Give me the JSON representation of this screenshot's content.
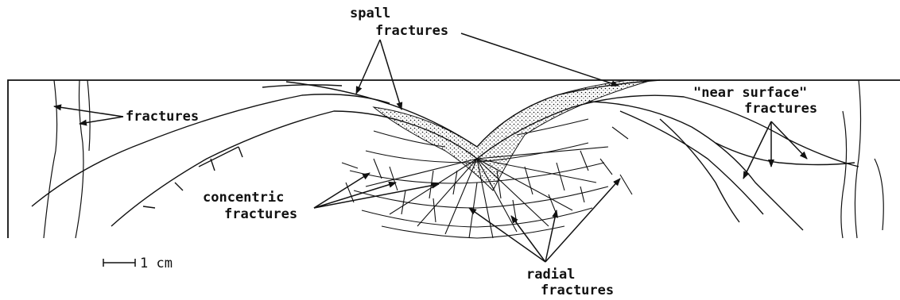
{
  "labels": {
    "spall_1": "spall",
    "spall_2": "fractures",
    "fractures_left": "fractures",
    "near_surface_1": "\"near surface\"",
    "near_surface_2": "fractures",
    "concentric_1": "concentric",
    "concentric_2": "fractures",
    "radial_1": "radial",
    "radial_2": "fractures",
    "scale": "1 cm"
  },
  "colors": {
    "ink": "#111111",
    "background": "#ffffff"
  }
}
